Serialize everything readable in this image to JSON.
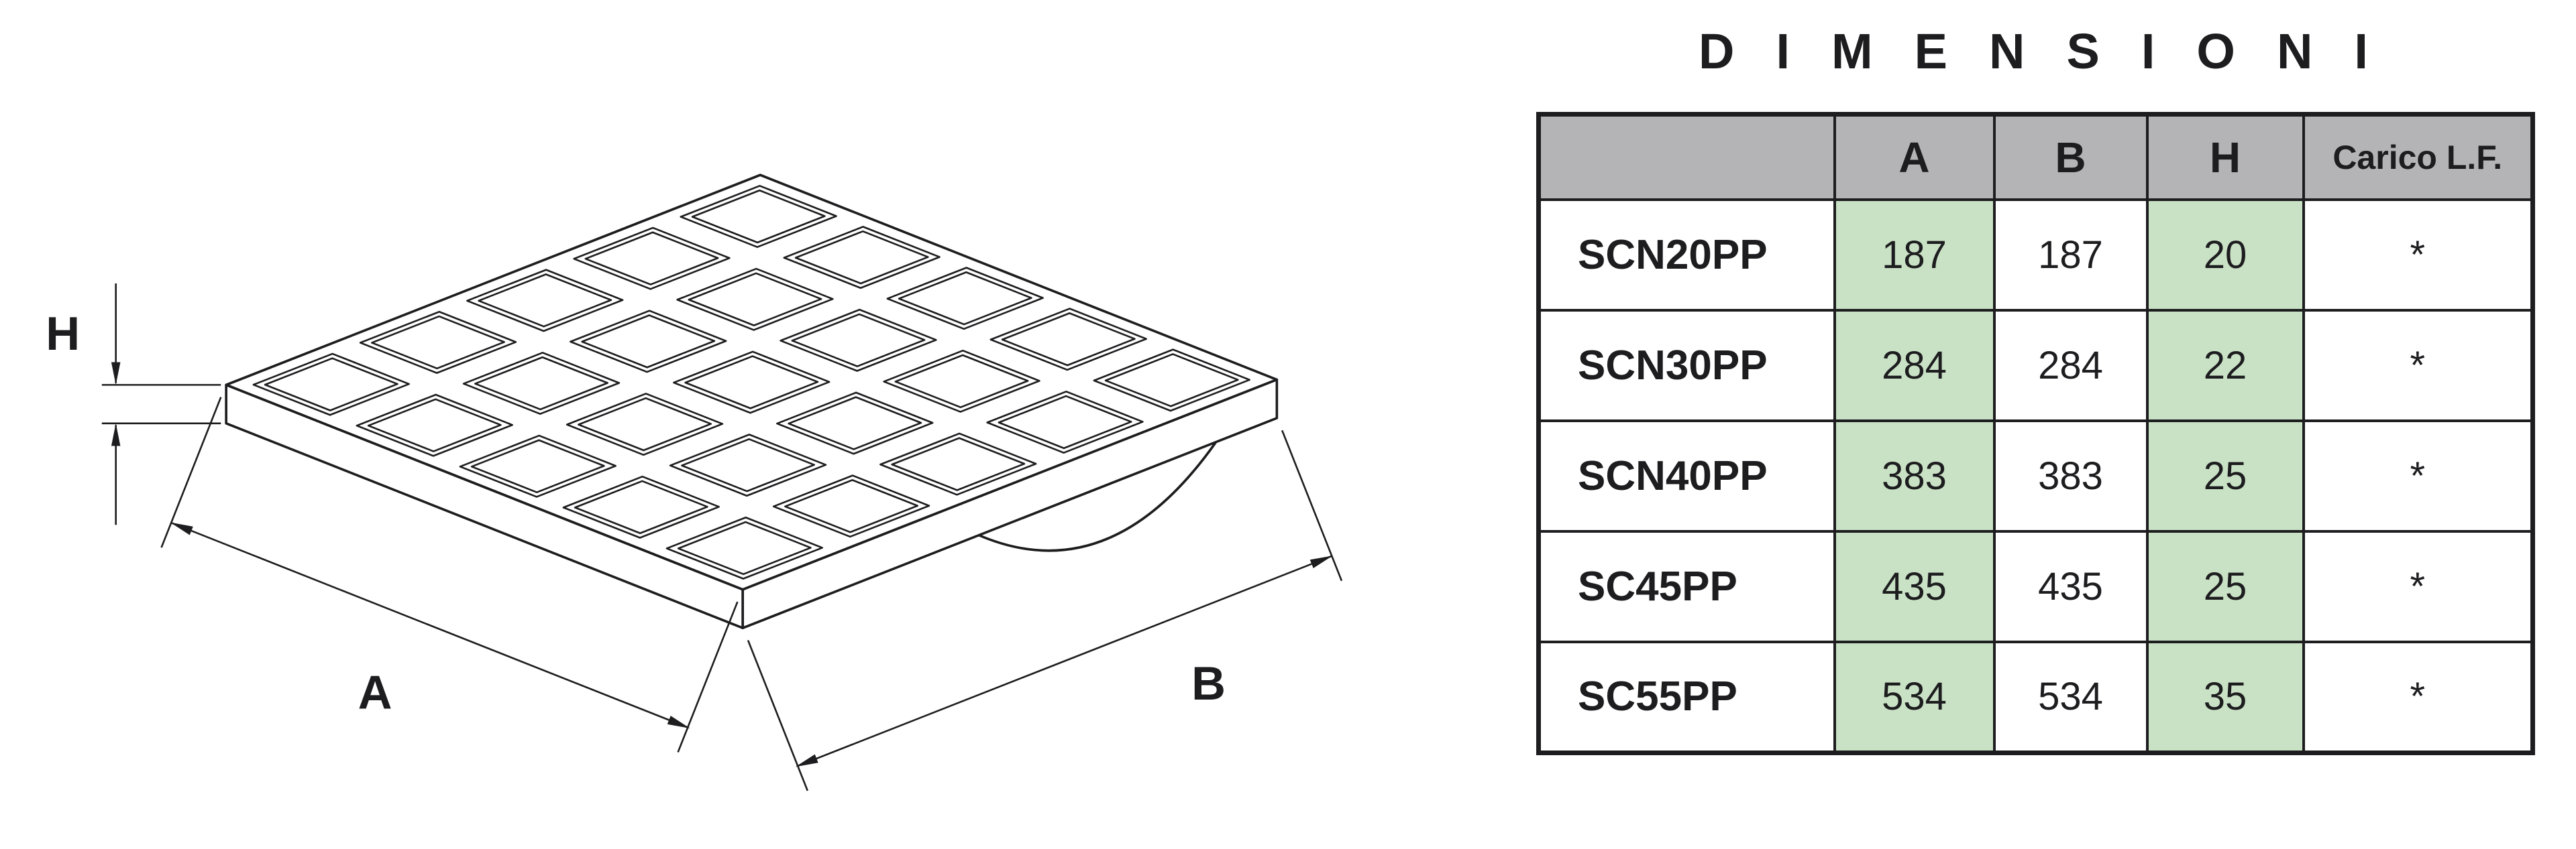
{
  "title": "DIMENSIONI",
  "drawing": {
    "labels": {
      "h": "H",
      "a": "A",
      "b": "B"
    }
  },
  "table": {
    "headers": {
      "model": "",
      "a": "A",
      "b": "B",
      "h": "H",
      "load": "Carico L.F."
    },
    "rows": [
      {
        "model": "SCN20PP",
        "a": "187",
        "b": "187",
        "h": "20",
        "load": "*"
      },
      {
        "model": "SCN30PP",
        "a": "284",
        "b": "284",
        "h": "22",
        "load": "*"
      },
      {
        "model": "SCN40PP",
        "a": "383",
        "b": "383",
        "h": "25",
        "load": "*"
      },
      {
        "model": "SC45PP",
        "a": "435",
        "b": "435",
        "h": "25",
        "load": "*"
      },
      {
        "model": "SC55PP",
        "a": "534",
        "b": "534",
        "h": "35",
        "load": "*"
      }
    ],
    "colors": {
      "header_bg": "#b4b4b6",
      "highlight_bg": "#c9e2c5",
      "border": "#1d1d1f"
    }
  }
}
